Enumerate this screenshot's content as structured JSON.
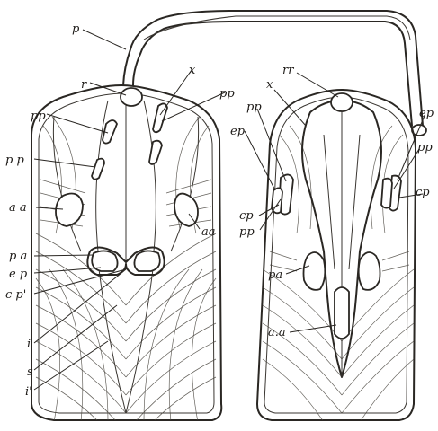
{
  "labels": {
    "p": "p",
    "r": "r",
    "x_left": "x",
    "pp_inner_left": "pp",
    "pp_top_left": "pp",
    "pp_outer_left": "p p",
    "aa_outer_left": "a a",
    "aa_inner_left": "aa",
    "pa_left": "p a",
    "ep_left": "e p",
    "cp_left": "c p'",
    "i": "i",
    "s": "s",
    "i_prime": "i'",
    "rr": "rr",
    "x_right": "x",
    "pp_right": "pp",
    "ep_right": "ep",
    "cp_right_inner": "cp",
    "pp_right_inner": "pp",
    "pa_right": "pa",
    "aa_right": "a.a",
    "ep_far_right": "ep",
    "pp_far_right": "pp",
    "cp_far_right": "cp"
  }
}
